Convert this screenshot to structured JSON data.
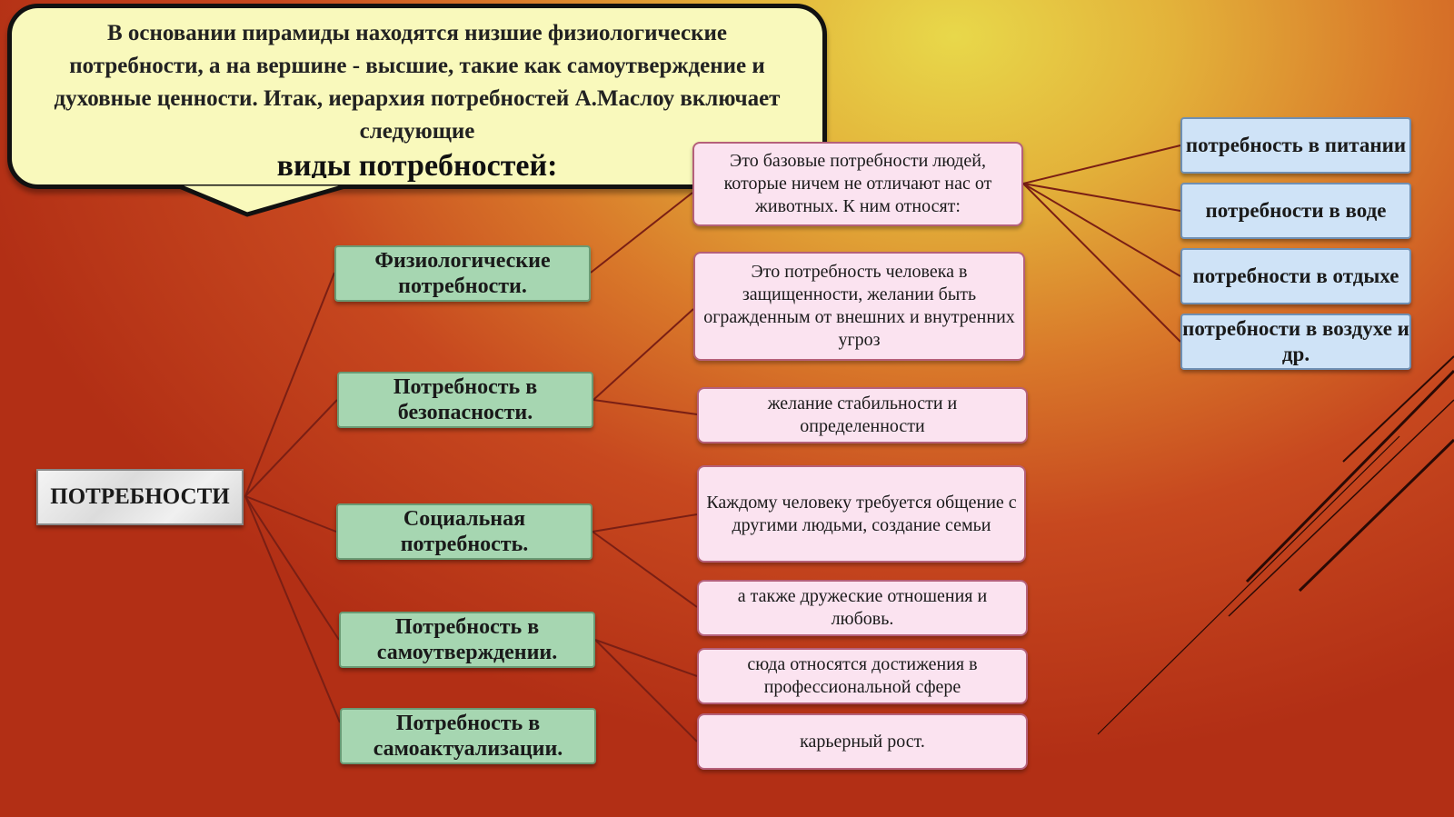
{
  "intro": {
    "body": "В основании пирамиды находятся низшие физиологические потребности, а на вершине - высшие, такие как самоутверждение и духовные ценности. Итак, иерархия потребностей А.Маслоу включает следующие",
    "heading": "виды потребностей:"
  },
  "root": {
    "label": "ПОТРЕБНОСТИ"
  },
  "categories": [
    {
      "label": "Физиологические потребности."
    },
    {
      "label": "Потребность в безопасности."
    },
    {
      "label": "Социальная потребность."
    },
    {
      "label": "Потребность в самоутверждении."
    },
    {
      "label": "Потребность в самоактуализации."
    }
  ],
  "descriptions": [
    {
      "text": "Это базовые потребности людей, которые ничем не отличают нас от животных. К ним относят:"
    },
    {
      "text": "Это потребность человека в защищенности, желании быть огражденным от внешних и внутренних угроз"
    },
    {
      "text": "желание стабильности и определенности"
    },
    {
      "text": "Каждому человеку требуется общение с другими людьми, создание семьи"
    },
    {
      "text": "а также дружеские отношения и любовь."
    },
    {
      "text": "сюда относятся достижения в профессиональной сфере"
    },
    {
      "text": "карьерный рост."
    }
  ],
  "needs": [
    {
      "label": "потребность в питании"
    },
    {
      "label": "потребности в воде"
    },
    {
      "label": "потребности в отдыхе"
    },
    {
      "label": "потребности в воздухе и др."
    }
  ],
  "colors": {
    "connector": "#7a1f14",
    "bubble_fill": "#f9f9bc",
    "category_fill": "#a6d6b1",
    "description_fill": "#fbe3f0",
    "need_fill": "#cfe3f7"
  }
}
